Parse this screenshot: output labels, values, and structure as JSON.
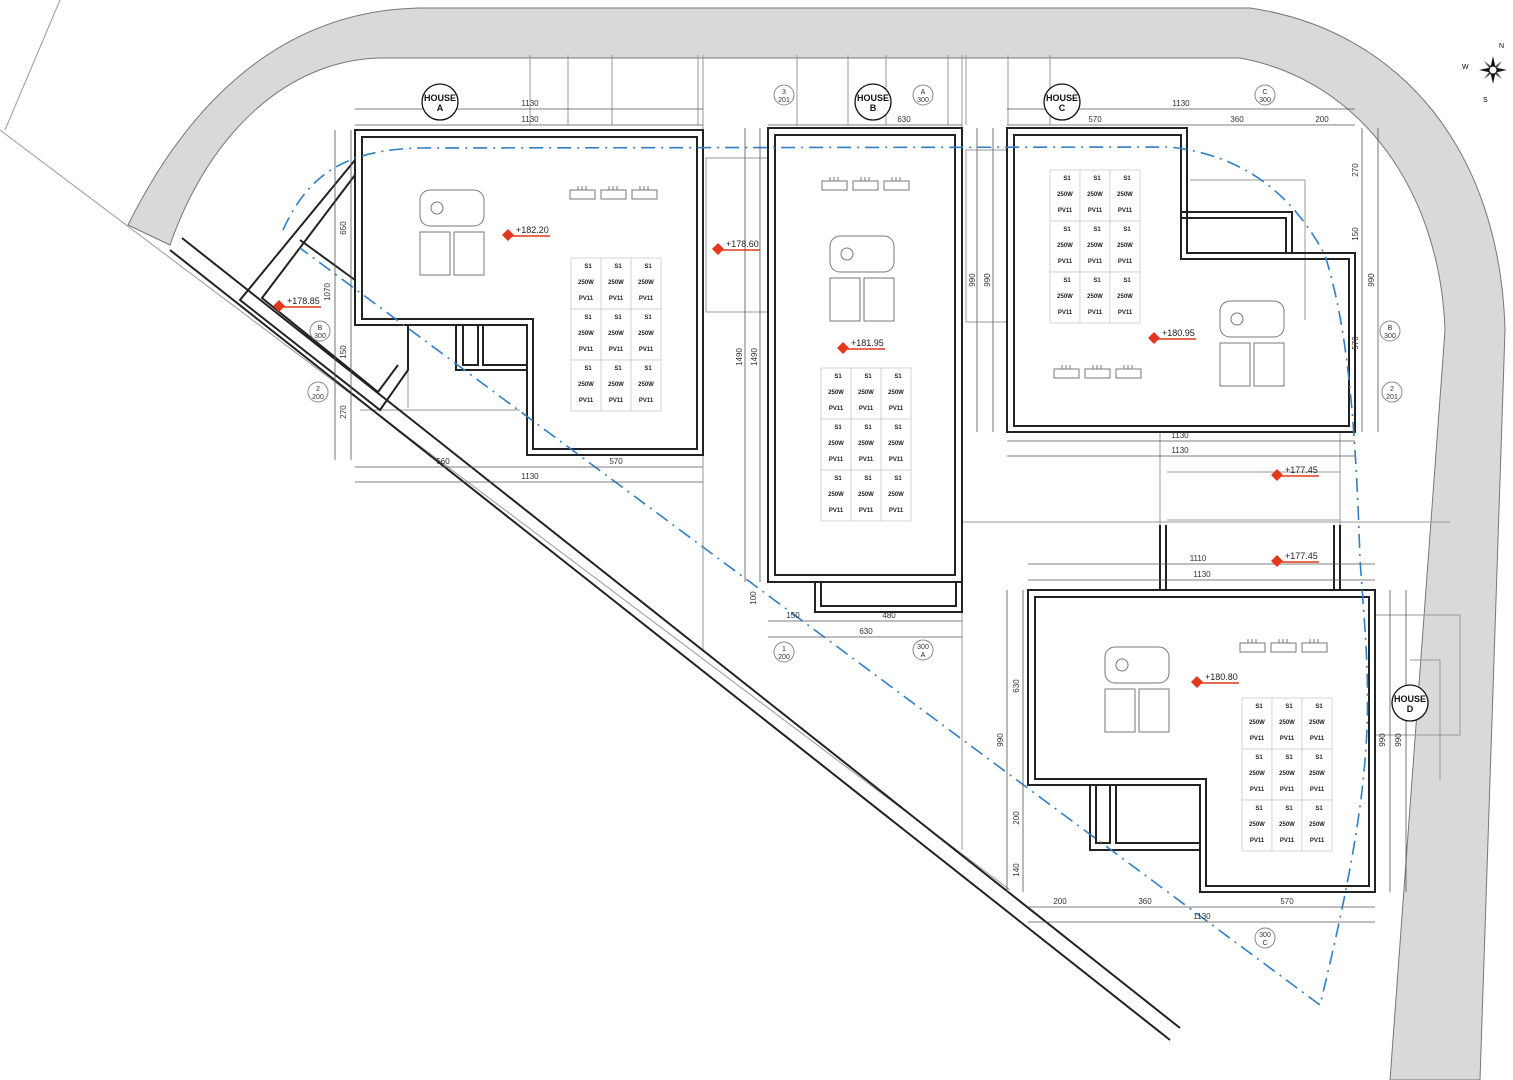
{
  "title": "Site roof plan - Houses A, B, C, D",
  "colors": {
    "road": "#d9d9d9",
    "wall": "#222222",
    "boundary": "#2f7fc6",
    "elevation": "#e2381f"
  },
  "houses": [
    "HOUSE A",
    "HOUSE B",
    "HOUSE C",
    "HOUSE D"
  ],
  "house_labels": [
    {
      "line1": "HOUSE",
      "line2": "A"
    },
    {
      "line1": "HOUSE",
      "line2": "B"
    },
    {
      "line1": "HOUSE",
      "line2": "C"
    },
    {
      "line1": "HOUSE",
      "line2": "D"
    }
  ],
  "panel_label": [
    "S1",
    "250W",
    "PV11"
  ],
  "panel_grid": {
    "rows": 3,
    "cols": 3,
    "groups_per_house": 1
  },
  "elevations": [
    "+182.20",
    "+178.60",
    "+178.85",
    "+181.95",
    "+180.95",
    "+177.45",
    "+177.45",
    "+180.80"
  ],
  "dimensions": [
    "1130",
    "1130",
    "560",
    "570",
    "1130",
    "650",
    "1070",
    "150",
    "270",
    "630",
    "1490",
    "1490",
    "100",
    "150",
    "480",
    "630",
    "990",
    "990",
    "1130",
    "570",
    "360",
    "200",
    "270",
    "150",
    "990",
    "570",
    "1130",
    "1130",
    "1110",
    "1130",
    "630",
    "990",
    "200",
    "140",
    "200",
    "360",
    "570",
    "1130",
    "990",
    "990"
  ],
  "section_markers": [
    {
      "top": "3",
      "bottom": "201"
    },
    {
      "top": "A",
      "bottom": "300"
    },
    {
      "top": "C",
      "bottom": "300"
    },
    {
      "top": "B",
      "bottom": "300"
    },
    {
      "top": "2",
      "bottom": "200"
    },
    {
      "top": "B",
      "bottom": "300"
    },
    {
      "top": "2",
      "bottom": "201"
    },
    {
      "top": "1",
      "bottom": "200"
    },
    {
      "top": "300",
      "bottom": "A"
    },
    {
      "top": "300",
      "bottom": "C"
    }
  ],
  "compass": {
    "n": "N",
    "w": "W",
    "s": "S"
  },
  "icons": [
    "compass-rose-icon",
    "elevation-marker-icon",
    "section-marker-icon",
    "water-tank-icon",
    "ac-unit-icon"
  ]
}
